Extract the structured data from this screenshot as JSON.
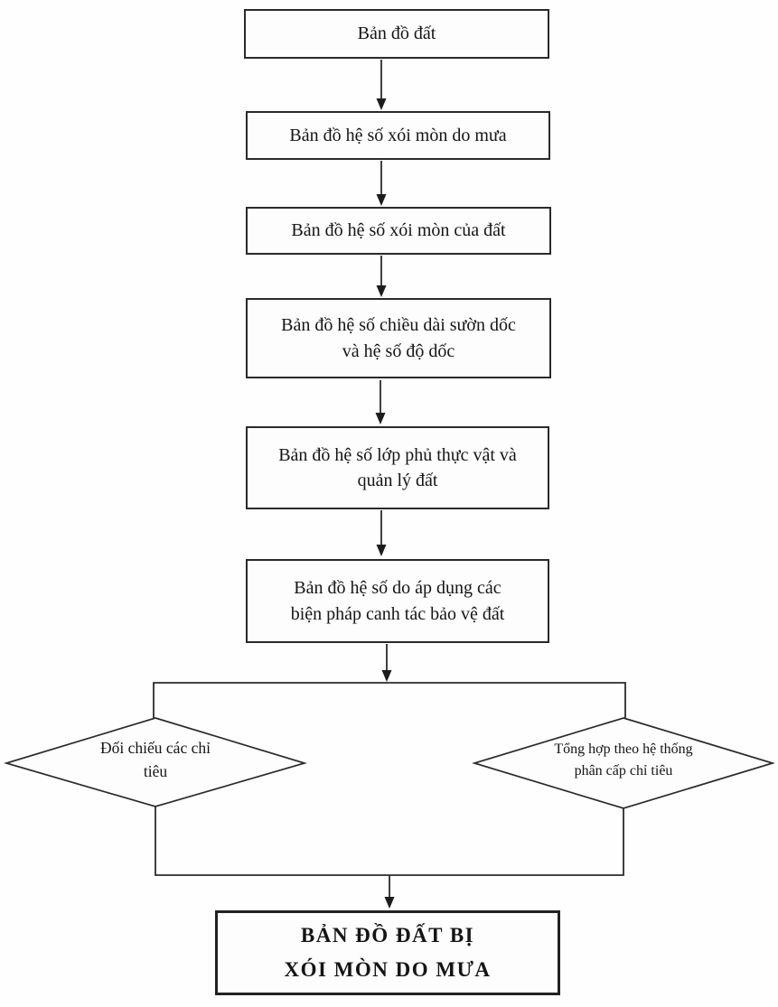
{
  "figure": {
    "background": "#fefefe",
    "line_color": "#2b2b2b",
    "text_color": "#151515"
  },
  "nodes": {
    "boxes": [
      {
        "id": "soil-map",
        "lines": [
          "Bản đồ đất"
        ]
      },
      {
        "id": "rain-erosivity-map",
        "lines": [
          "Bản đồ hệ số xói mòn do mưa"
        ]
      },
      {
        "id": "soil-erodibility-map",
        "lines": [
          "Bản đồ hệ số xói mòn của đất"
        ]
      },
      {
        "id": "slope-length-map",
        "lines": [
          "Bản đồ hệ số chiều dài sườn dốc",
          "và hệ số độ dốc"
        ]
      },
      {
        "id": "cover-management-map",
        "lines": [
          "Bản đồ hệ số lớp phủ thực vật và",
          "quản lý đất"
        ]
      },
      {
        "id": "practice-map",
        "lines": [
          "Bản đồ hệ số do áp dụng các",
          "biện pháp canh tác bảo vệ đất"
        ]
      }
    ],
    "decisions": [
      {
        "id": "compare-criteria",
        "lines": [
          "Đối chiếu các chỉ",
          "tiêu"
        ]
      },
      {
        "id": "synthesize-criteria",
        "lines": [
          "Tổng hợp theo hệ thống",
          "phân cấp chỉ tiêu"
        ]
      }
    ],
    "result": {
      "id": "erosion-map-result",
      "lines": [
        "BẢN ĐỒ ĐẤT BỊ",
        "XÓI MÒN DO MƯA"
      ]
    }
  }
}
